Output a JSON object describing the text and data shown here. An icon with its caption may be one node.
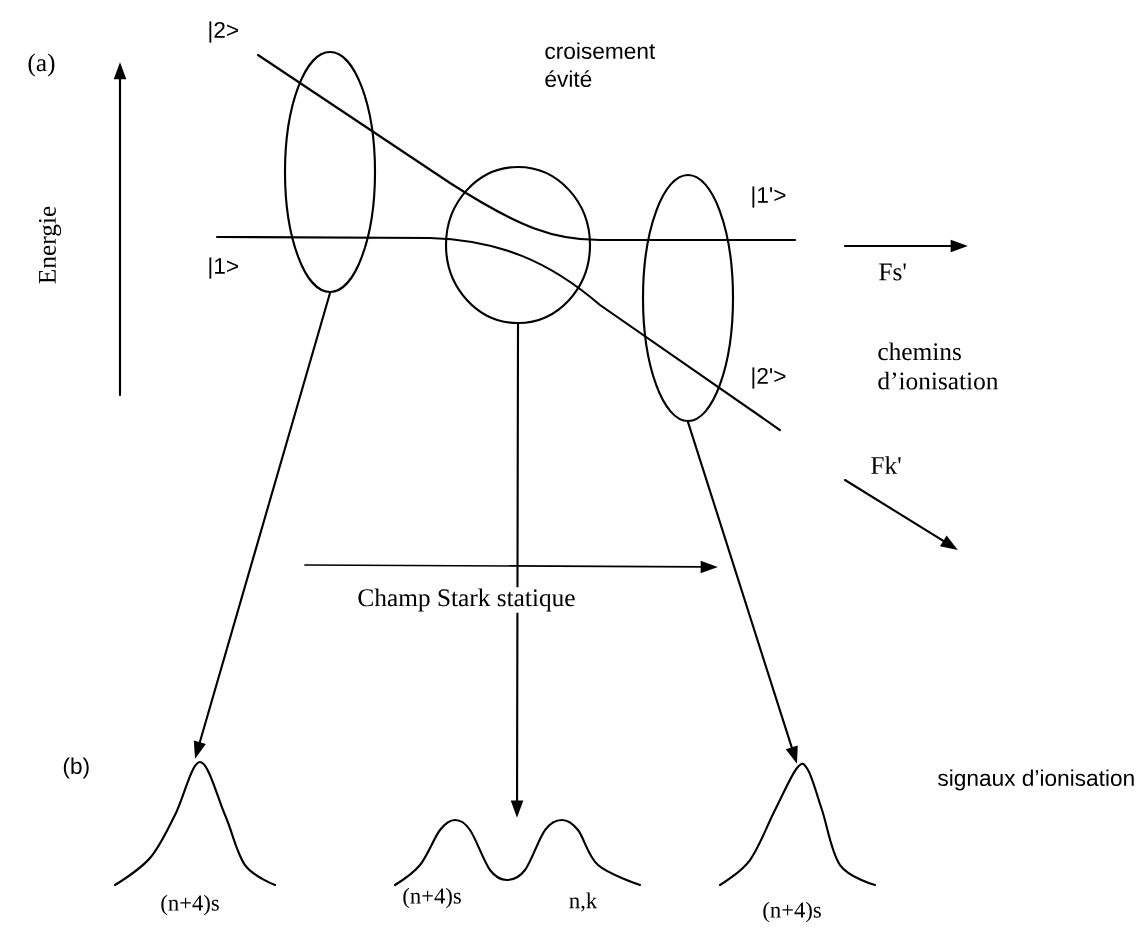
{
  "diagram": {
    "nodes": [
      {
        "text": [],
        "shape": "ellipse"
      },
      {
        "text": [],
        "shape": "circle"
      },
      {
        "text": [],
        "shape": "ellipse"
      },
      {
        "text": [],
        "shape": "curve",
        "beside": [
          "(n+4)s"
        ]
      },
      {
        "text": [],
        "shape": "curve",
        "beside": [
          "(n+4)s",
          "n,k"
        ]
      },
      {
        "text": [],
        "shape": "curve",
        "beside": [
          "(n+4)s"
        ]
      }
    ],
    "edges": [
      {
        "from": 0,
        "to": 3,
        "arrow": "to"
      },
      {
        "from": 1,
        "to": 4,
        "arrow": "to"
      },
      {
        "from": 2,
        "to": 5,
        "arrow": "to"
      }
    ],
    "labels": [
      "(a)",
      "|2>",
      "croisement évité",
      "Energie",
      "|1>",
      "|1'>",
      "Fs'",
      "chemins d’ionisation",
      "|2'>",
      "Fk'",
      "Champ Stark statique",
      "(b)",
      "signaux d’ionisation"
    ]
  }
}
